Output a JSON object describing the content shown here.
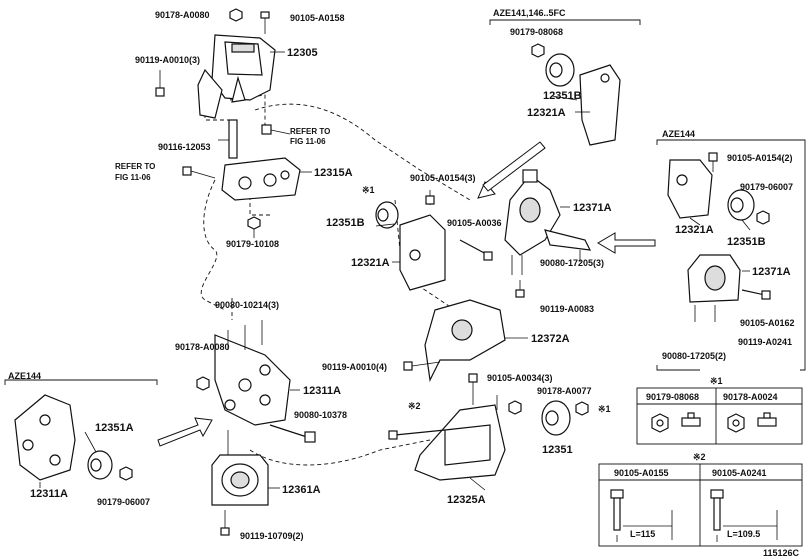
{
  "labels": {
    "p90178_A0080_top": "90178-A0080",
    "p90105_A0158": "90105-A0158",
    "p12305": "12305",
    "p90119_A0010_3": "90119-A0010(3)",
    "p90116_12053": "90116-12053",
    "refer1_a": "REFER TO",
    "refer1_b": "FIG 11-06",
    "refer2_a": "REFER TO",
    "refer2_b": "FIG 11-06",
    "p12315A": "12315A",
    "p90179_10108": "90179-10108",
    "p90080_10214_3": "90080-10214(3)",
    "p90178_A0080_mid": "90178-A0080",
    "p12311A_mid": "12311A",
    "p90080_10378": "90080-10378",
    "p12361A": "12361A",
    "p90119_10709_2": "90119-10709(2)",
    "aze144_left": "AZE144",
    "p12351A_left": "12351A",
    "p12311A_left": "12311A",
    "p90179_06007_left": "90179-06007",
    "aze141_hdr": "AZE141,146..5FC",
    "p90179_08068_top": "90179-08068",
    "p12351B_top": "12351B",
    "p12321A_top": "12321A",
    "mark1_a": "※1",
    "p90105_A0154_3": "90105-A0154(3)",
    "p12351B_mid": "12351B",
    "p90105_A0036": "90105-A0036",
    "p12321A_mid": "12321A",
    "p12371A_mid": "12371A",
    "p90080_17205_3": "90080-17205(3)",
    "p90119_A0083": "90119-A0083",
    "p12372A": "12372A",
    "p90119_A0010_4": "90119-A0010(4)",
    "p90105_A0034_3": "90105-A0034(3)",
    "p90178_A0077": "90178-A0077",
    "mark2_a": "※2",
    "mark1_b": "※1",
    "p12351": "12351",
    "p12325A": "12325A",
    "aze144_right": "AZE144",
    "p90105_A0154_2": "90105-A0154(2)",
    "p90179_06007_right": "90179-06007",
    "p12321A_right": "12321A",
    "p12351B_right": "12351B",
    "p12371A_right": "12371A",
    "p90105_A0162": "90105-A0162",
    "p90080_17205_2": "90080-17205(2)",
    "p90119_A0241": "90119-A0241",
    "tbl1_mark": "※1",
    "tbl1_col1": "90179-08068",
    "tbl1_col2": "90178-A0024",
    "tbl2_mark": "※2",
    "tbl2_col1": "90105-A0155",
    "tbl2_col2": "90105-A0241",
    "len1": "L=115",
    "len2": "L=109.5",
    "fig_id": "115126C"
  }
}
